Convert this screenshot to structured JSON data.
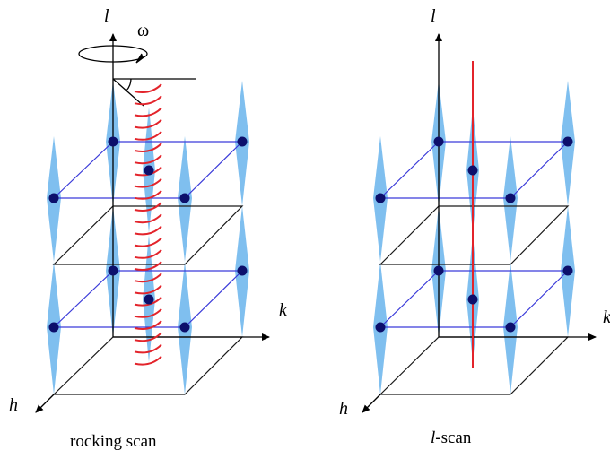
{
  "left_panel": {
    "axis_l": "l",
    "axis_k": "k",
    "axis_h": "h",
    "omega": "ω",
    "caption": "rocking scan"
  },
  "right_panel": {
    "axis_l": "l",
    "axis_k": "k",
    "axis_h": "h",
    "caption_italic": "l",
    "caption_rest": "-scan"
  },
  "colors": {
    "rod": "#7fbfef",
    "point": "#0c0f6b",
    "blue_line": "#3b3bd9",
    "black_line": "#1a1a1a",
    "red": "#e3242b"
  }
}
